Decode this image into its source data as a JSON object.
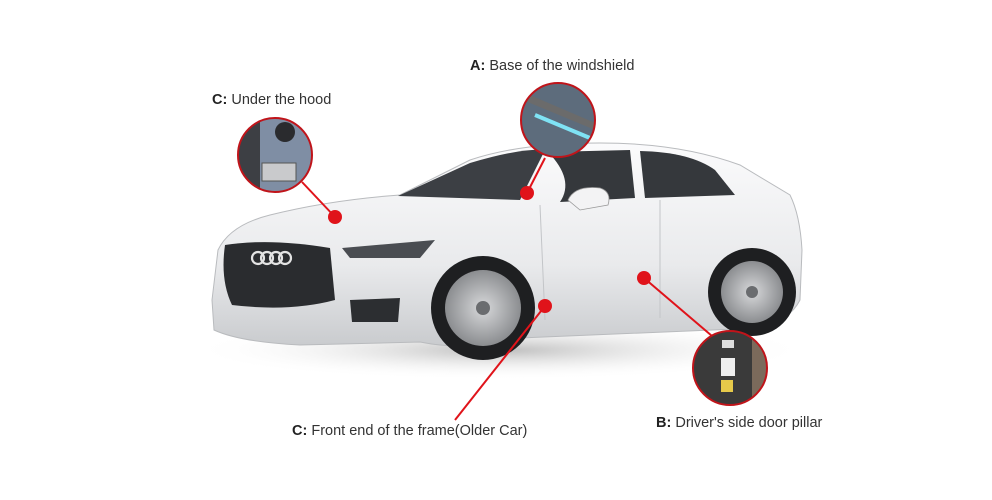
{
  "callouts": [
    {
      "key": "A:",
      "text": "Base of the windshield",
      "photo": "vin-plate-windshield"
    },
    {
      "key": "C:",
      "text": "Under the hood",
      "photo": "vin-plate-engine-bay"
    },
    {
      "key": "C:",
      "text": "Front end of the frame(Older Car)"
    },
    {
      "key": "B:",
      "text": "Driver's side door pillar",
      "photo": "door-jamb-stickers"
    }
  ],
  "colors": {
    "accent": "#e0131a",
    "car_body": "#eeeff1",
    "text": "#333333"
  }
}
